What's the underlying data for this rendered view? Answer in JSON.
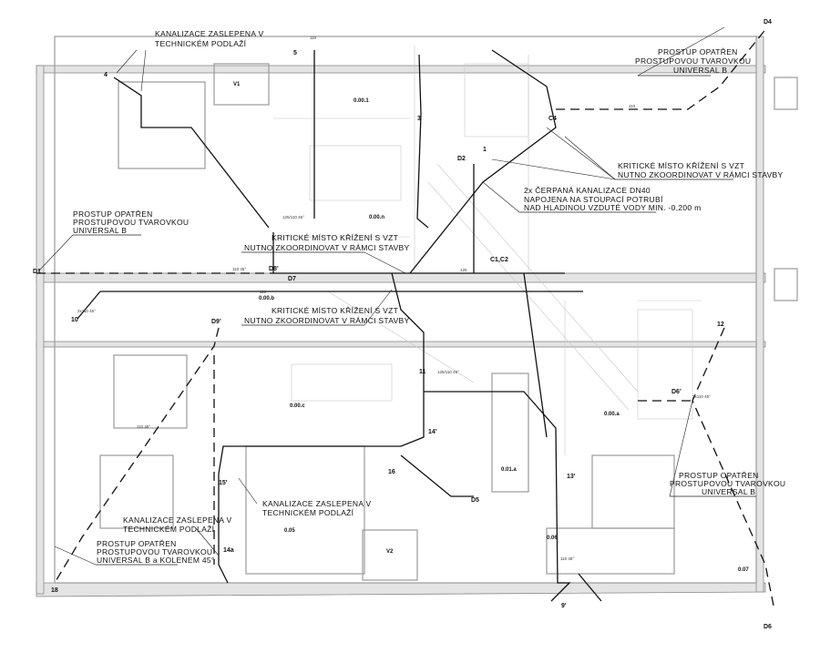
{
  "notes": {
    "blocked_top": [
      "KANALIZACE ZASLEPENA V",
      "TECHNICKÉM PODLAŽÍ"
    ],
    "penetration_top_right": [
      "PROSTUP OPATŘEN",
      "PROSTUPOVOU TVAROVKOU",
      "UNIVERSAL B"
    ],
    "critical_right": [
      "KRITICKÉ MÍSTO KŘÍŽENÍ S VZT",
      "NUTNO ZKOORDINOVAT V RÁMCI STAVBY"
    ],
    "pumped_sewer": [
      "2x ČERPANÁ KANALIZACE DN40",
      "NAPOJENA NA STOUPACÍ POTRUBÍ",
      "NAD HLADINOU VZDUTÉ VODY MIN. -0,200 m"
    ],
    "penetration_left": [
      "PROSTUP OPATŘEN",
      "PROSTUPOVOU TVAROVKOU",
      "UNIVERSAL B"
    ],
    "critical_center": [
      "KRITICKÉ MÍSTO KŘÍŽENÍ S VZT",
      "NUTNO ZKOORDINOVAT V RÁMCI STAVBY"
    ],
    "critical_center2": [
      "KRITICKÉ MÍSTO KŘÍŽENÍ S VZT",
      "NUTNO ZKOORDINOVAT V RÁMCI STAVBY"
    ],
    "penetration_bottom_right": [
      "PROSTUP OPATŘEN",
      "PROSTUPOVOU TVAROVKOU",
      "UNIVERSAL B"
    ],
    "blocked_bottom_center": [
      "KANALIZACE ZASLEPENA V",
      "TECHNICKÉM PODLAŽÍ"
    ],
    "blocked_bottom_left": [
      "KANALIZACE ZASLEPENA V",
      "TECHNICKÉM PODLAŽÍ"
    ],
    "penetration_bottom_left": [
      "PROSTUP OPATŘEN",
      "PROSTUPOVOU TVAROVKOU",
      "UNIVERSAL B a KOLENEM 45°"
    ]
  },
  "rooms": {
    "v1": "V1",
    "r0001": "0.00.1",
    "r000n": "0.00.n",
    "r000b": "0.00.b",
    "r000c": "0.00.c",
    "r001a": "0.01.a",
    "r000a": "0.00.a",
    "r005": "0.05",
    "v2": "V2",
    "r006": "0.06",
    "r007": "0.07"
  },
  "markers": {
    "d4": "D4",
    "m5": "5",
    "m4": "4",
    "m3": "3",
    "d2": "D2",
    "c4": "C4",
    "m1": "1",
    "d1": "D1",
    "d8": "D8'",
    "d7": "D7",
    "m10": "10",
    "d9": "D9'",
    "c1c2": "C1,C2",
    "d6": "D6'",
    "m12": "12",
    "m11": "11",
    "m14": "14'",
    "m16": "16",
    "d5": "D5",
    "m13": "13'",
    "m15": "15'",
    "m14a": "14a",
    "m18": "18",
    "m9": "9'",
    "d6b": "D6"
  },
  "dims": {
    "d110": "110",
    "d110_45": "110 45°",
    "d125": "125",
    "d125_110": "125/110 45°",
    "d2x110": "2x110 45°"
  }
}
